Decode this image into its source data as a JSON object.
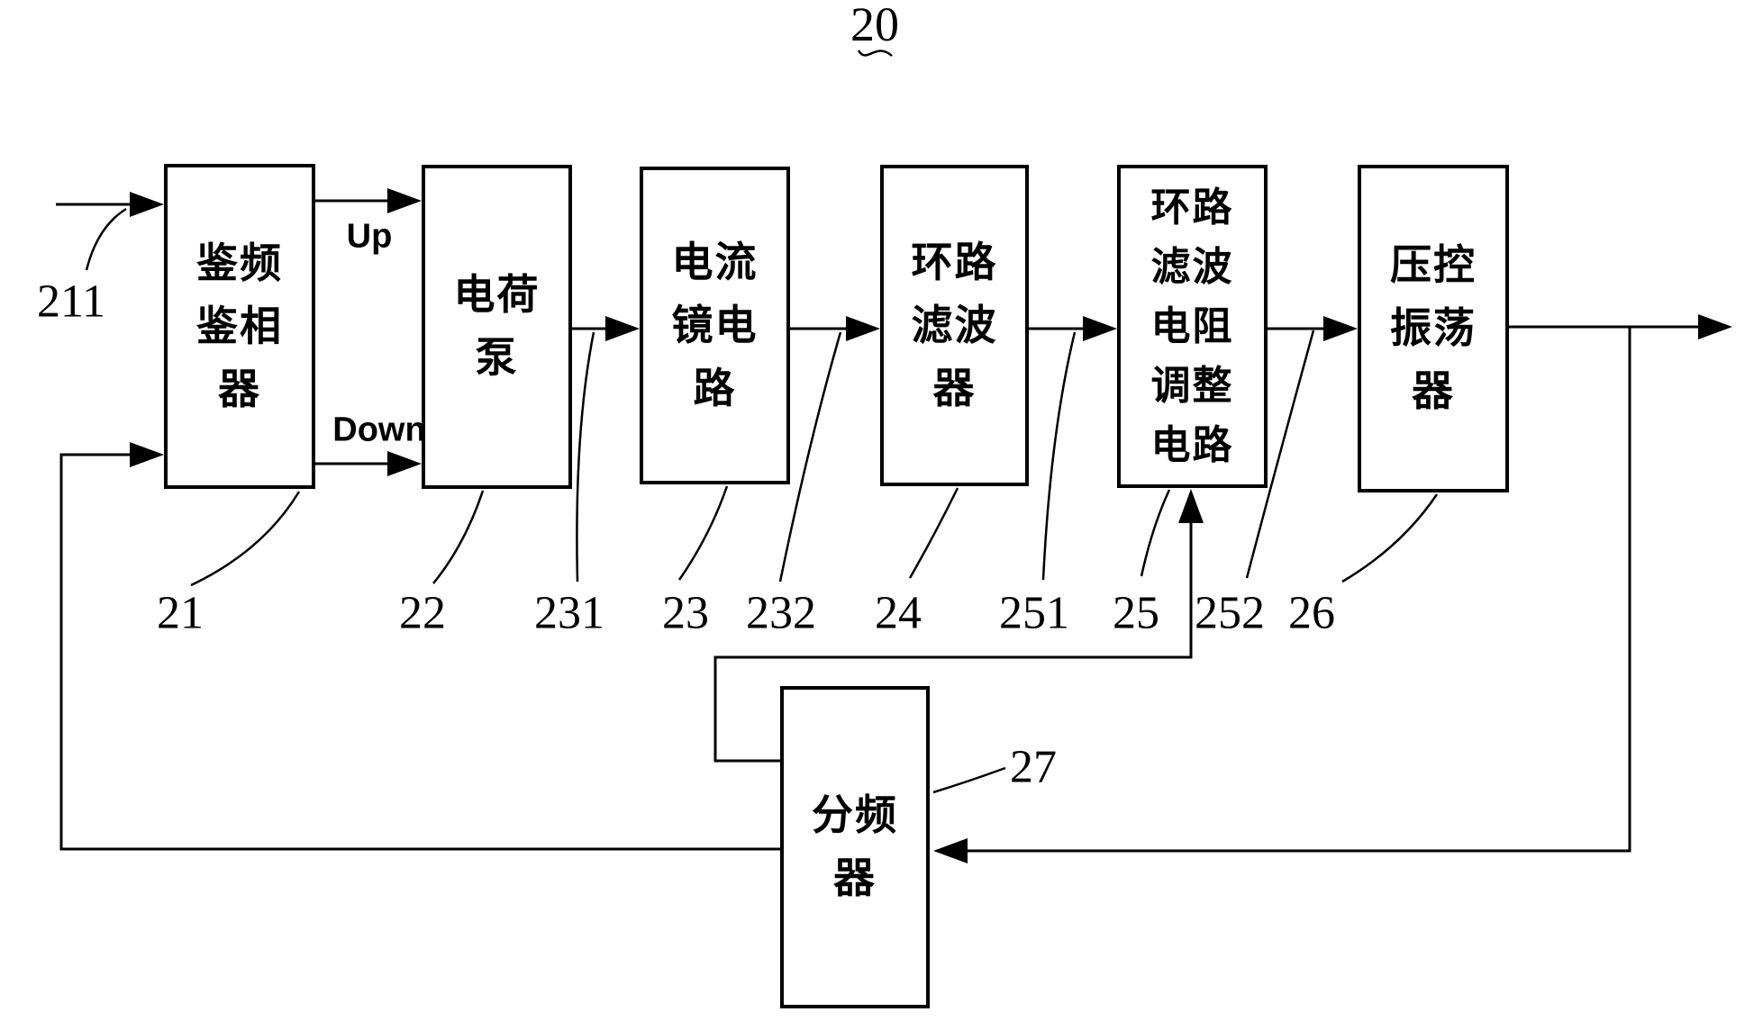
{
  "figure_ref": "20",
  "blocks": {
    "pfd": {
      "ref": "21",
      "rows": [
        "鉴频",
        "鉴相",
        "器"
      ]
    },
    "cp": {
      "ref": "22",
      "rows": [
        "电荷",
        "泵"
      ]
    },
    "cm": {
      "ref": "23",
      "rows": [
        "电流",
        "镜电",
        "路"
      ]
    },
    "lf": {
      "ref": "24",
      "rows": [
        "环路",
        "滤波",
        "器"
      ]
    },
    "lfra": {
      "ref": "25",
      "rows": [
        "环路",
        "滤波",
        "电阻",
        "调整",
        "电路"
      ]
    },
    "vco": {
      "ref": "26",
      "rows": [
        "压控",
        "振荡",
        "器"
      ]
    },
    "divider": {
      "ref": "27",
      "rows": [
        "分频",
        "器"
      ]
    }
  },
  "refs": {
    "input": "211",
    "cp_in_line": "231",
    "cm_out_line": "232",
    "lf_out_line": "251",
    "lfra_out_line": "252"
  },
  "signals": {
    "up": "Up",
    "down": "Down"
  },
  "colors": {
    "line": "#000000",
    "background": "#ffffff"
  }
}
